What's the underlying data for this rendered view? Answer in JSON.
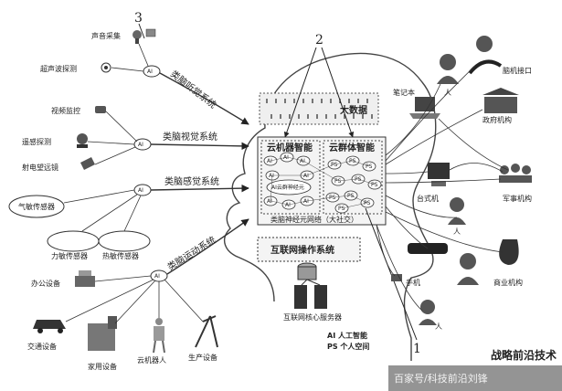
{
  "numbers": {
    "n1": "1",
    "n2": "2",
    "n3": "3"
  },
  "brain": {
    "bigdata": "大数据",
    "cloud_robot": "云机器智能",
    "cloud_group": "云群体智能",
    "neural_os": "AI云群神经元",
    "neural_net": "类脑神经元网络（大社交）",
    "internet_os": "互联网操作系统",
    "core_server": "互联网核心服务器",
    "legend_ai": "AI  人工智能",
    "legend_ps": "PS  个人空间",
    "ai": "AI",
    "ps": "PS"
  },
  "systems": {
    "auditory": "类脑听觉系统",
    "visual": "类脑视觉系统",
    "sensory": "类脑感觉系统",
    "motor": "类脑运动系统"
  },
  "left": {
    "voice": "声音采集",
    "ultrasonic": "超声波探测",
    "video": "视频监控",
    "remote": "遥感探测",
    "telescope": "射电望远镜",
    "gas": "气敏传感器",
    "force": "力敏传感器",
    "heat": "热敏传感器",
    "office": "办公设备",
    "traffic": "交通设备",
    "home": "家用设备",
    "robot": "云机器人",
    "production": "生产设备"
  },
  "right": {
    "person": "人",
    "laptop": "笔记本",
    "bci": "脑机接口",
    "gov": "政府机构",
    "desktop": "台式机",
    "military": "军事机构",
    "phone": "手机",
    "business": "商业机构"
  },
  "watermark": {
    "brand": "战略前沿技术",
    "text": "百家号/科技前沿刘锋"
  }
}
